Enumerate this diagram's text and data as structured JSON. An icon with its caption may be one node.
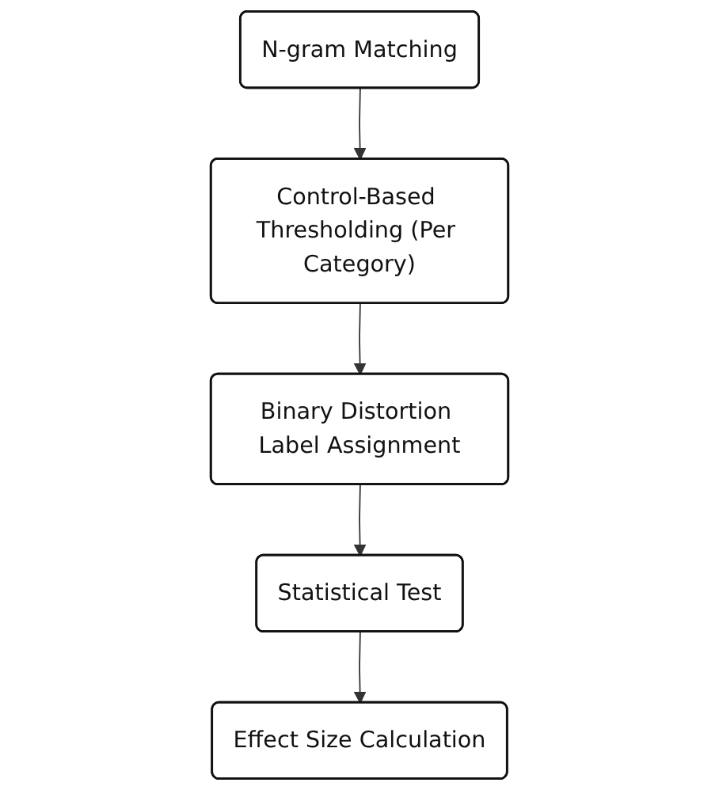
{
  "diagram": {
    "nodes": [
      {
        "text": [
          "N-gram Matching"
        ]
      },
      {
        "text": [
          "Control-Based Thresholding (Per Category)"
        ]
      },
      {
        "text": [
          "Binary Distortion Label Assignment"
        ]
      },
      {
        "text": [
          "Statistical Test"
        ]
      },
      {
        "text": [
          "Effect Size Calculation"
        ]
      }
    ],
    "edges": [
      {
        "from": 0,
        "to": 1,
        "arrow": "to"
      },
      {
        "from": 1,
        "to": 2,
        "arrow": "to"
      },
      {
        "from": 2,
        "to": 3,
        "arrow": "to"
      },
      {
        "from": 3,
        "to": 4,
        "arrow": "to"
      }
    ]
  }
}
